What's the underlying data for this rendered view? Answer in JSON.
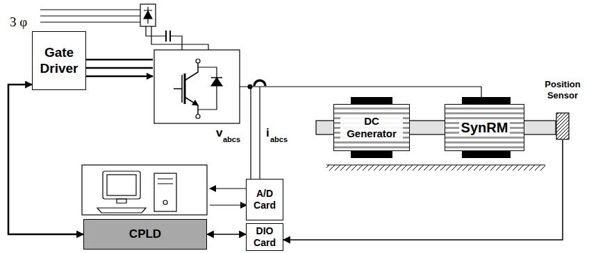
{
  "diagram": {
    "nodes": [
      {
        "text": [
          "Gate Driver"
        ]
      },
      {
        "text": [
          "DC Generator"
        ]
      },
      {
        "text": [
          "SynRM"
        ]
      },
      {
        "text": [
          "Position Sensor"
        ]
      },
      {
        "text": [
          "A/D Card"
        ]
      },
      {
        "text": [
          "DIO Card"
        ]
      },
      {
        "text": [
          "CPLD"
        ]
      }
    ],
    "edges": [
      {
        "from": 6,
        "to": 0,
        "arrow": "both"
      },
      {
        "from": 3,
        "to": 5,
        "arrow": "to"
      },
      {
        "from": 6,
        "to": 5,
        "arrow": "both"
      }
    ],
    "labels": [
      "3 φ",
      "v",
      "abcs",
      "i",
      "abcs"
    ]
  }
}
